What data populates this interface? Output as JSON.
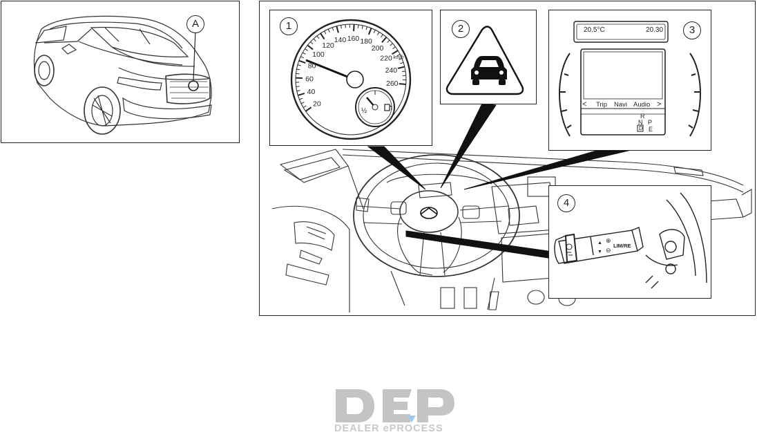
{
  "car_panel": {
    "callout_label": "A"
  },
  "insets": [
    {
      "number": "1"
    },
    {
      "number": "2"
    },
    {
      "number": "3"
    },
    {
      "number": "4"
    }
  ],
  "speedometer": {
    "tick_labels": [
      "20",
      "40",
      "60",
      "80",
      "100",
      "120",
      "140",
      "160",
      "180",
      "200",
      "220",
      "240",
      "260"
    ],
    "unit": "km/h",
    "fuel_half": "½"
  },
  "display": {
    "temperature": "20.5°C",
    "time": "20.30",
    "menu_left_arrow": "<",
    "menu_items": [
      "Trip",
      "Navi",
      "Audio"
    ],
    "menu_right_arrow": ">",
    "gears": {
      "r": "R",
      "n": "N",
      "p": "P",
      "d": "D",
      "e": "E"
    }
  },
  "lever": {
    "label": "LIM/RE"
  },
  "watermark": {
    "text": "DEALER ePROCESS"
  },
  "icons": [
    "infiniti-logo-icon",
    "vehicle-front-icon",
    "fuel-pump-icon",
    "steering-wheel-icon"
  ]
}
